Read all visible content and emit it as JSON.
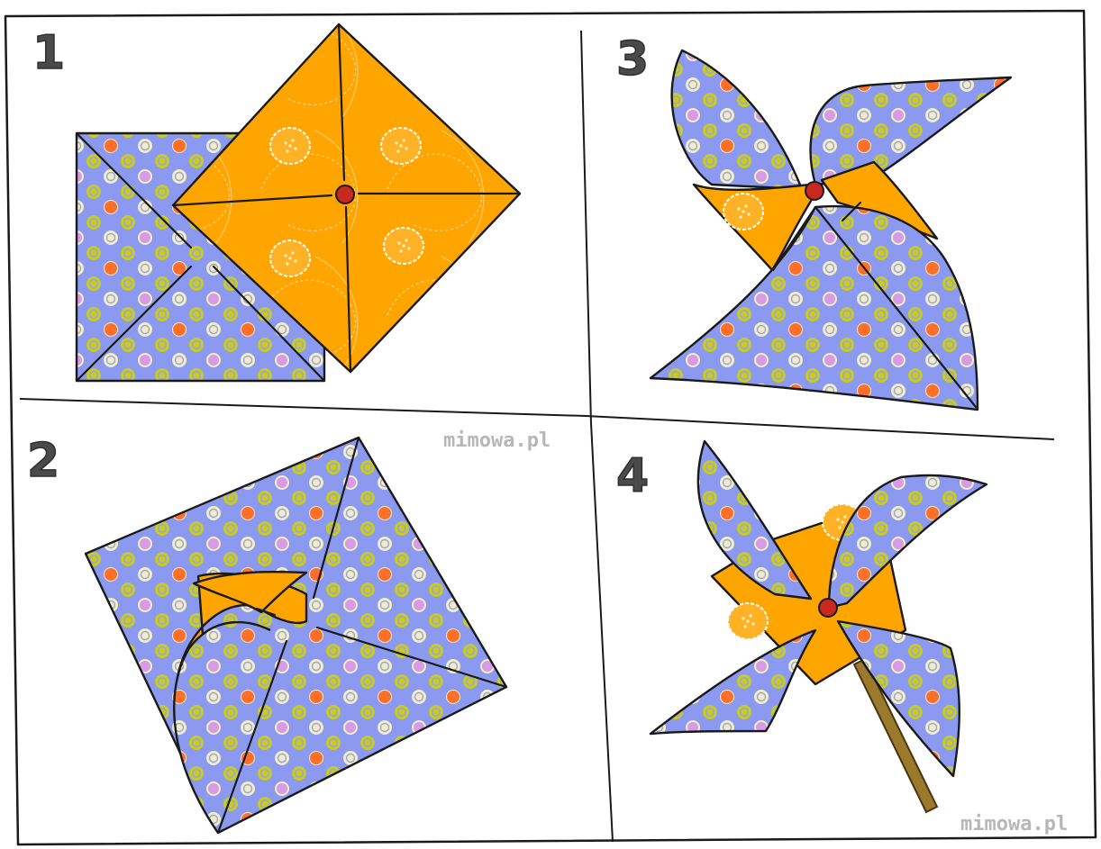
{
  "steps": [
    {
      "label": "1"
    },
    {
      "label": "2"
    },
    {
      "label": "3"
    },
    {
      "label": "4"
    }
  ],
  "watermarks": [
    "mimowa.pl",
    "mimowa.pl"
  ],
  "colors": {
    "blue_paper": "#8b9af0",
    "orange_paper": "#ffa500",
    "dot_yellow": "#c7cc1e",
    "dot_cream": "#f2eec4",
    "dot_orange": "#ff6f2a",
    "dot_pink": "#d79be8",
    "pin_red": "#c8281e",
    "stick": "#9c7a2c",
    "step_number": "#4a4a4a",
    "watermark": "#b7b7b7"
  }
}
